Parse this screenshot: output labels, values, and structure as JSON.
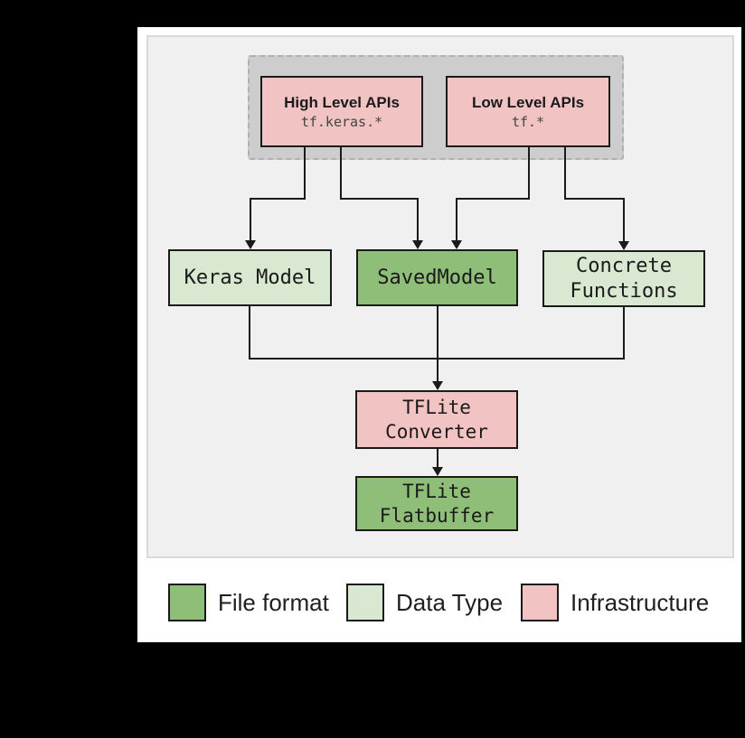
{
  "colors": {
    "page_background": "#000000",
    "canvas_background": "#ffffff",
    "panel_background": "#f0f0f0",
    "group_background": "#cdcdcd",
    "infrastructure": "#f2c3c3",
    "file_format": "#8fbe78",
    "data_type": "#d9e9d1",
    "line": "#1a1a1a"
  },
  "diagram": {
    "api_group": {
      "high_level": {
        "title": "High Level APIs",
        "code": "tf.keras.*"
      },
      "low_level": {
        "title": "Low Level APIs",
        "code": "tf.*"
      }
    },
    "nodes": {
      "keras_model": {
        "label": "Keras Model"
      },
      "saved_model": {
        "label": "SavedModel"
      },
      "concrete_functions": {
        "line1": "Concrete",
        "line2": "Functions"
      },
      "tflite_converter": {
        "line1": "TFLite",
        "line2": "Converter"
      },
      "tflite_flatbuffer": {
        "line1": "TFLite",
        "line2": "Flatbuffer"
      }
    }
  },
  "legend": {
    "items": [
      {
        "label": "File format",
        "color": "#8fbe78"
      },
      {
        "label": "Data Type",
        "color": "#d9e9d1"
      },
      {
        "label": "Infrastructure",
        "color": "#f2c3c3"
      }
    ]
  }
}
